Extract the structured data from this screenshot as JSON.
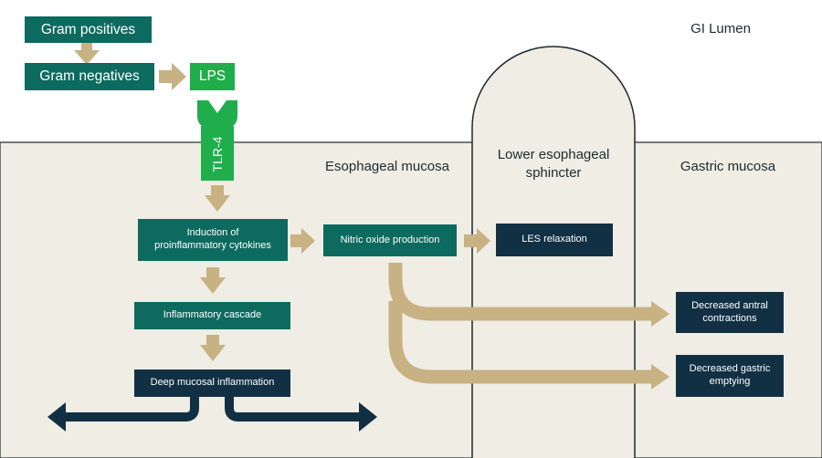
{
  "regions": {
    "lumen": "GI Lumen",
    "esophageal_mucosa": "Esophageal mucosa",
    "les_line1": "Lower esophageal",
    "les_line2": "sphincter",
    "gastric_mucosa": "Gastric mucosa"
  },
  "nodes": {
    "gram_positives": "Gram positives",
    "gram_negatives": "Gram negatives",
    "lps": "LPS",
    "tlr4": "TLR-4",
    "induction_line1": "Induction of",
    "induction_line2": "proinflammatory cytokines",
    "inflammatory_cascade": "Inflammatory cascade",
    "deep_mucosal": "Deep mucosal inflammation",
    "nitric_oxide": "Nitric oxide production",
    "les_relaxation": "LES relaxation",
    "antral_line1": "Decreased antral",
    "antral_line2": "contractions",
    "emptying_line1": "Decreased gastric",
    "emptying_line2": "emptying"
  },
  "colors": {
    "teal": "#0d6a5f",
    "navy": "#123044",
    "green": "#1fae4b",
    "arrow_tan": "#c8b283",
    "mucosa_bg": "#efede4"
  }
}
